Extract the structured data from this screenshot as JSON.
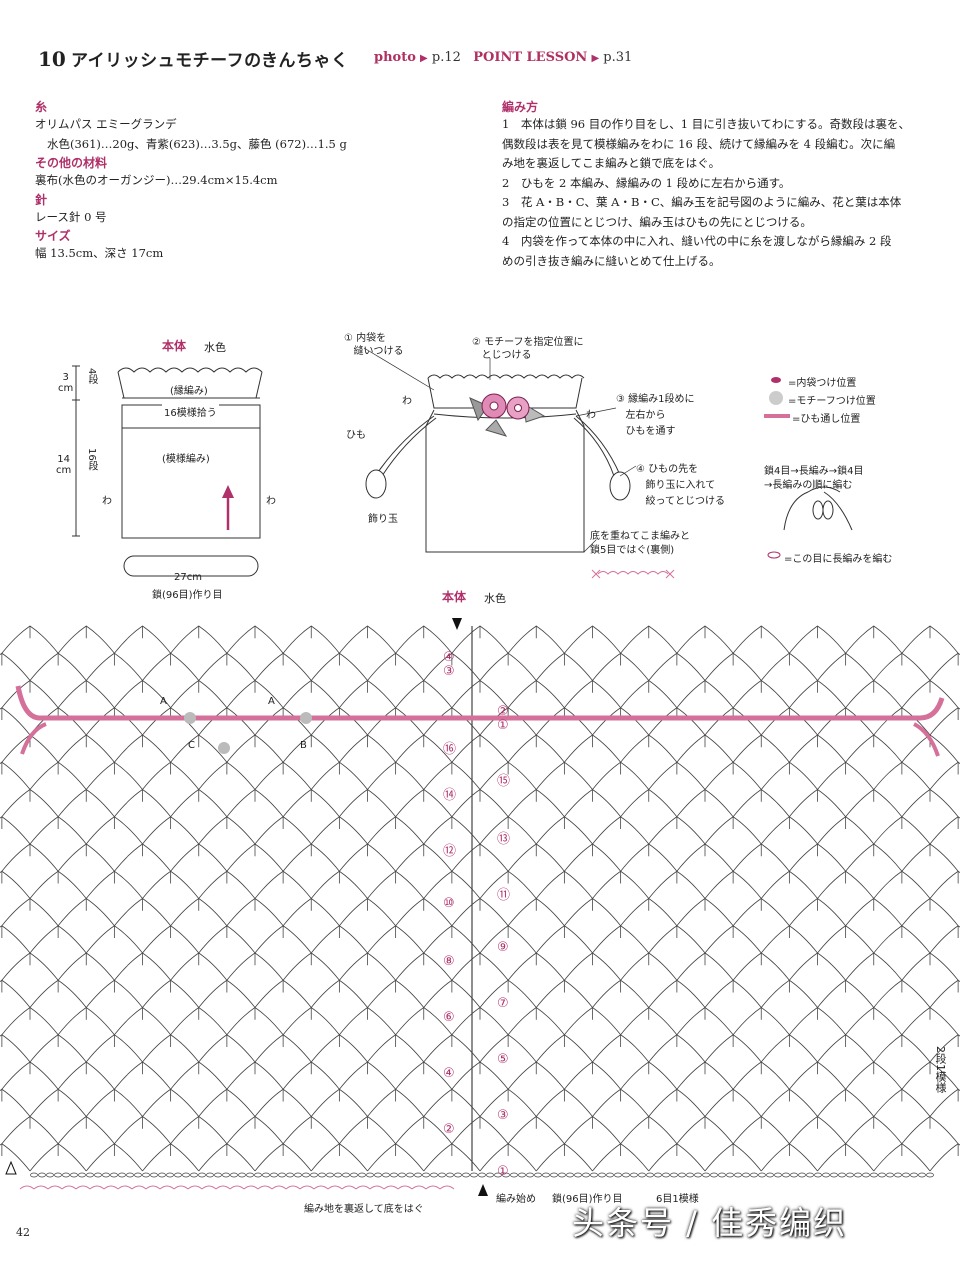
{
  "header": {
    "number": "10",
    "title": "アイリッシュモチーフのきんちゃく",
    "photo_label": "photo",
    "photo_page": "p.12",
    "lesson_label": "POINT LESSON",
    "lesson_page": "p.31"
  },
  "materials": {
    "yarn_head": "糸",
    "yarn_brand": "オリムパス エミーグランデ",
    "yarn_colors": "水色(361)…20g、青紫(623)…3.5g、藤色 (672)…1.5 g",
    "other_head": "その他の材料",
    "other_text": "裏布(水色のオーガンジー)…29.4cm×15.4cm",
    "needle_head": "針",
    "needle_text": "レース針 0 号",
    "size_head": "サイズ",
    "size_text": "幅 13.5cm、深さ 17cm"
  },
  "method": {
    "head": "編み方",
    "steps": [
      "1　本体は鎖 96 目の作り目をし、1 目に引き抜いてわにする。奇数段は裏を、",
      "偶数段は表を見て模様編みをわに 16 段、続けて縁編みを 4 段編む。次に編",
      "み地を裏返してこま編みと鎖で底をはぐ。",
      "2　ひもを 2 本編み、縁編みの 1 段めに左右から通す。",
      "3　花 A・B・C、葉 A・B・C、編み玉を記号図のように編み、花と葉は本体",
      "の指定の位置にとじつけ、編み玉はひもの先にとじつける。",
      "4　内袋を作って本体の中に入れ、縫い代の中に糸を渡しながら縁編み 2 段",
      "めの引き抜き編みに縫いとめて仕上げる。"
    ]
  },
  "schematic": {
    "title": "本体",
    "color": "水色",
    "dim_top_cm": "3",
    "dim_top_cm_unit": "cm",
    "dim_top_rows": "4段",
    "dim_body_cm": "14",
    "dim_body_cm_unit": "cm",
    "dim_body_rows": "16段",
    "edge_label": "(縁編み)",
    "pickup_label": "16模様拾う",
    "pattern_label": "(模様編み)",
    "wa_left": "わ",
    "wa_right": "わ",
    "width": "27cm",
    "chain": "鎖(96目)作り目"
  },
  "bag": {
    "note1_num": "①",
    "note1": [
      "内袋を",
      "縫いつける"
    ],
    "note2_num": "②",
    "note2": [
      "モチーフを指定位置に",
      "とじつける"
    ],
    "note3_num": "③",
    "note3": [
      "縁編み1段めに",
      "左右から",
      "ひもを通す"
    ],
    "note4_num": "④",
    "note4": [
      "ひもの先を",
      "飾り玉に入れて",
      "絞ってとじつける"
    ],
    "wa_left": "わ",
    "wa_right": "わ",
    "himo": "ひも",
    "kazari": "飾り玉",
    "bottom_note": [
      "底を重ねてこま編みと",
      "鎖5目ではぐ(裏側)"
    ]
  },
  "legend": {
    "item1": "=内袋つけ位置",
    "item2": "=モチーフつけ位置",
    "item3": "=ひも通し位置",
    "seq1": "鎖4目→長編み→鎖4目",
    "seq2": "→長編みの順に編む",
    "item4": "=この目に長編みを編む"
  },
  "chart": {
    "title": "本体",
    "color": "水色",
    "label_a1": "A",
    "label_a2": "A",
    "label_b": "B",
    "label_c": "C",
    "left_rows": [
      "④",
      "③",
      "⑯",
      "⑭",
      "⑫",
      "⑩",
      "⑧",
      "⑥",
      "④",
      "②"
    ],
    "right_rows": [
      "②",
      "①",
      "⑮",
      "⑬",
      "⑪",
      "⑨",
      "⑦",
      "⑤",
      "③",
      "①"
    ],
    "repeat_rows": "2段1模様",
    "start": "編み始め",
    "chain": "鎖(96目)作り目",
    "repeat_stitch": "6目1模様",
    "bottom": "編み地を裏返して底をはぐ"
  },
  "page_number": "42",
  "watermark": "头条号 / 佳秀编织",
  "colors": {
    "accent": "#b0306a",
    "line": "#333333",
    "pink_band": "#d4709a"
  }
}
